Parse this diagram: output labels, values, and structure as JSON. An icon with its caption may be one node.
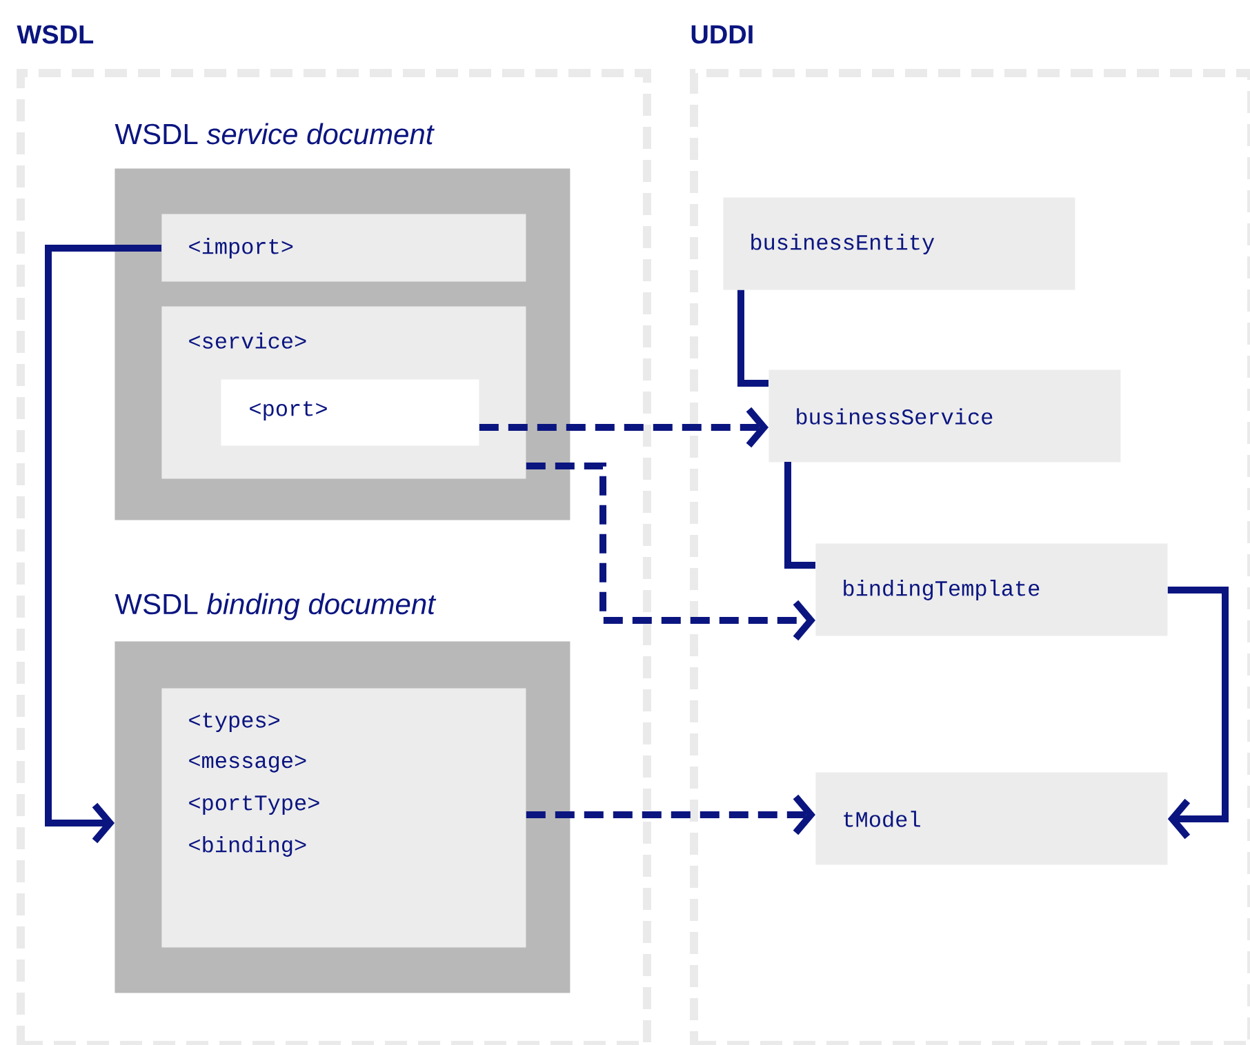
{
  "diagram": {
    "nodes": [
      {
        "text": [
          "WSDL"
        ]
      },
      {
        "text": [
          "UDDI"
        ]
      },
      {
        "text": [
          "WSDL *service document*"
        ],
        "in": 0
      },
      {
        "text": [
          "<import>"
        ],
        "in": 2
      },
      {
        "text": [
          "<service>"
        ],
        "in": 2
      },
      {
        "text": [
          "<port>"
        ],
        "in": 4
      },
      {
        "text": [
          "WSDL *binding document*"
        ],
        "in": 0
      },
      {
        "text": [
          "<types>",
          "<message>",
          "<portType>",
          "<binding>"
        ],
        "in": 6
      },
      {
        "text": [
          "businessEntity"
        ],
        "in": 1
      },
      {
        "text": [
          "businessService"
        ],
        "in": 1
      },
      {
        "text": [
          "bindingTemplate"
        ],
        "in": 1
      },
      {
        "text": [
          "tModel"
        ],
        "in": 1
      }
    ],
    "edges": [
      {
        "from": 3,
        "to": 6,
        "arrow": "to"
      },
      {
        "from": 5,
        "to": 9,
        "arrow": "to",
        "style": "dashed"
      },
      {
        "from": 4,
        "to": 10,
        "arrow": "to",
        "style": "dashed"
      },
      {
        "from": 7,
        "to": 11,
        "arrow": "to",
        "style": "dashed"
      },
      {
        "from": 8,
        "to": 9,
        "arrow": "none"
      },
      {
        "from": 9,
        "to": 10,
        "arrow": "none"
      },
      {
        "from": 10,
        "to": 11,
        "arrow": "to"
      }
    ]
  }
}
